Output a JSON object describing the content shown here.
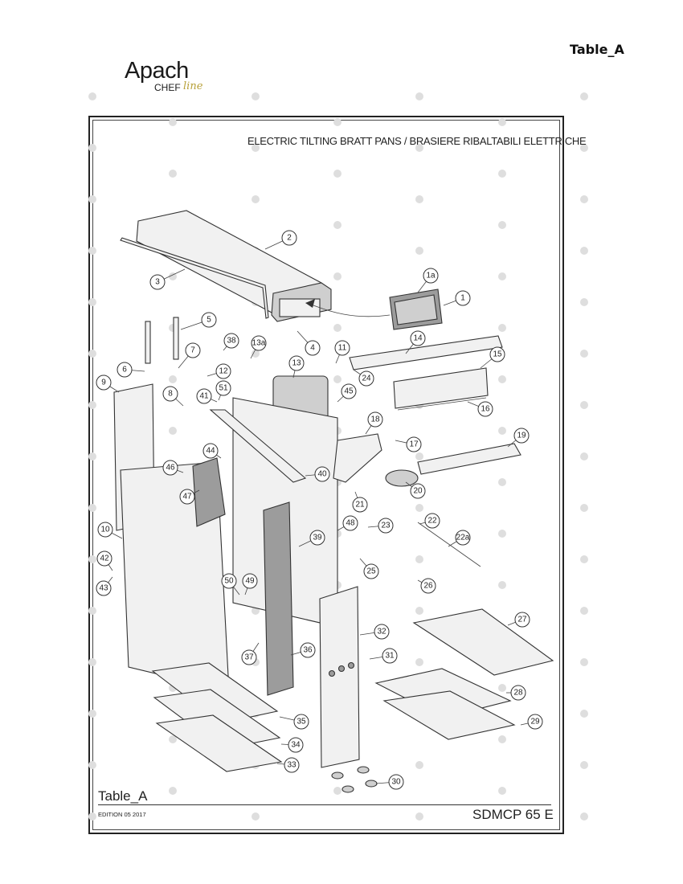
{
  "header": {
    "corner_label": "Table_A"
  },
  "logo": {
    "brand": "Apach",
    "sub_a": "CHEF",
    "sub_b": "line"
  },
  "diagram": {
    "title": "ELECTRIC TILTING BRATT PANS / BRASIERE RIBALTABILI ELETTRICHE",
    "part_callouts": [
      "1",
      "1a",
      "2",
      "3",
      "4",
      "5",
      "6",
      "7",
      "8",
      "9",
      "10",
      "11",
      "12",
      "13",
      "13a",
      "14",
      "15",
      "16",
      "17",
      "18",
      "19",
      "20",
      "21",
      "22",
      "22a",
      "23",
      "24",
      "25",
      "26",
      "27",
      "28",
      "29",
      "30",
      "31",
      "32",
      "33",
      "34",
      "35",
      "36",
      "37",
      "38",
      "39",
      "40",
      "41",
      "42",
      "43",
      "44",
      "45",
      "46",
      "47",
      "48",
      "49",
      "50",
      "51"
    ]
  },
  "footer": {
    "table_label": "Table_A",
    "edition": "EDITION 05 2017",
    "model": "SDMCP 65 E"
  }
}
